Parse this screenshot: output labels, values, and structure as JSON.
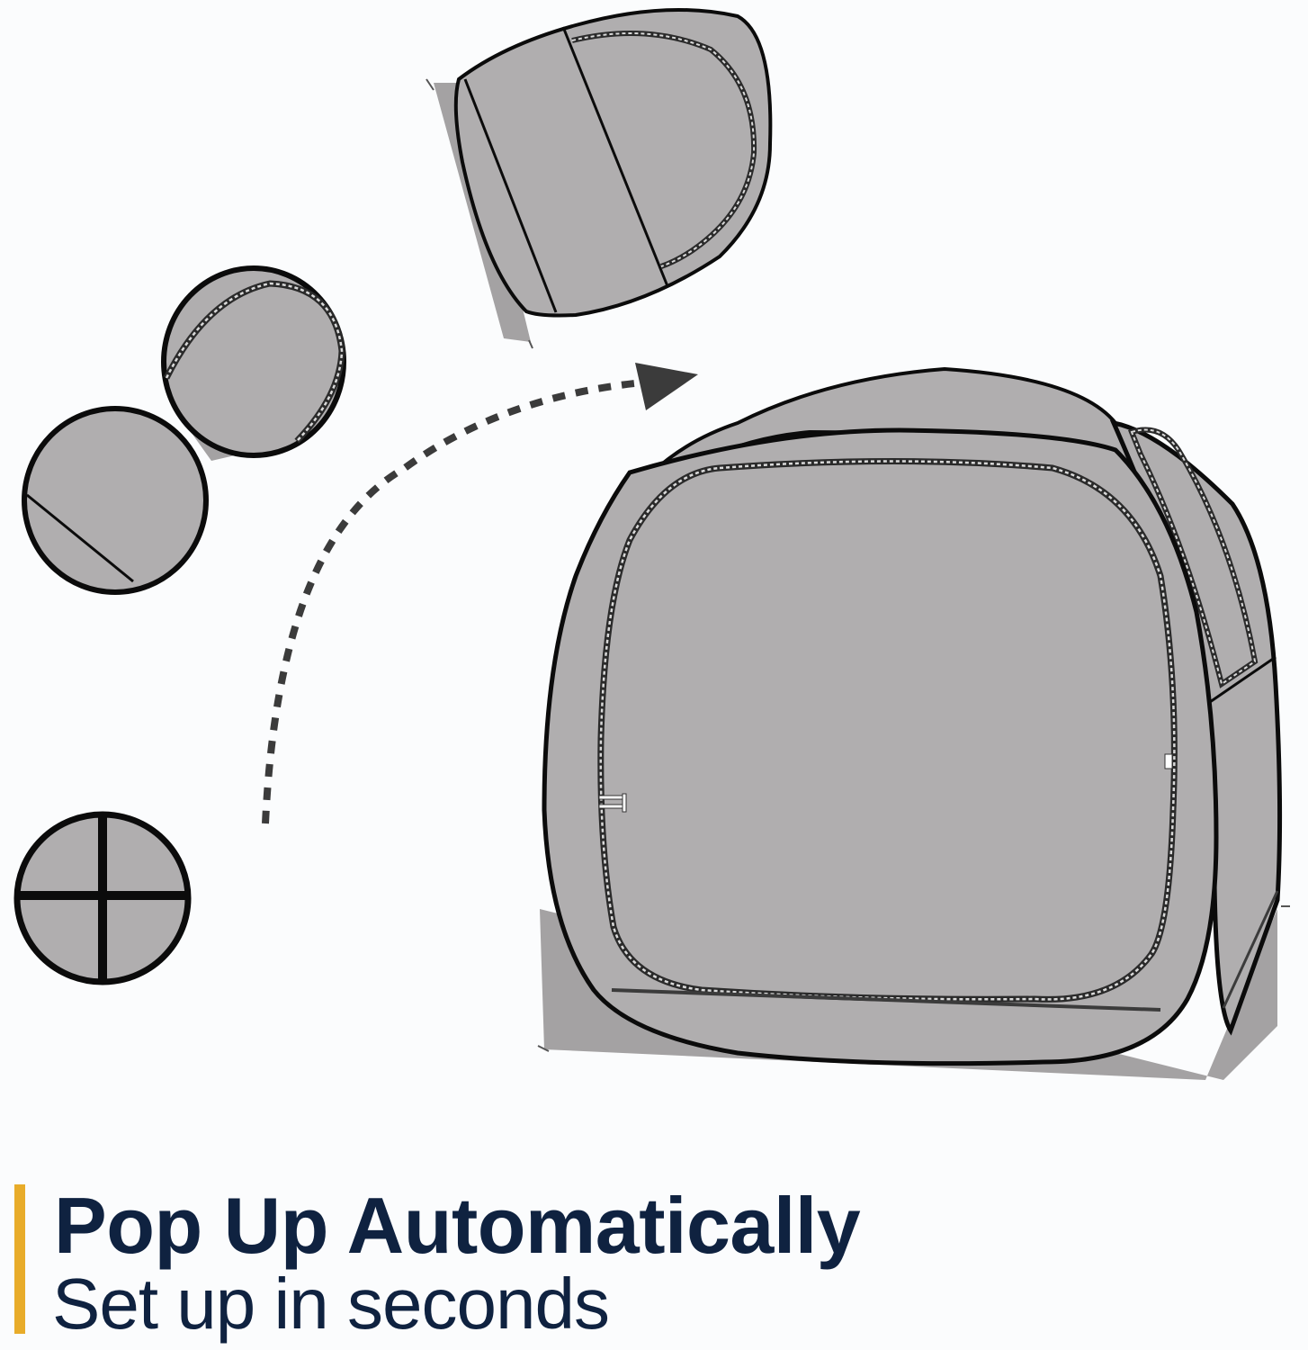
{
  "colors": {
    "background": "#fbfcfd",
    "fabric": "#b0aeaf",
    "fabric_shadow": "#a4a2a3",
    "outline": "#0b0b0b",
    "arrow": "#3b3b3b",
    "accent": "#e8ac2a",
    "heading_text": "#0f2240"
  },
  "illustration": {
    "stages": [
      {
        "id": "folded",
        "icon": "folded-tent-icon"
      },
      {
        "id": "half-open",
        "icon": "half-open-tent-icon"
      },
      {
        "id": "unfolding",
        "icon": "unfolding-tent-icon"
      },
      {
        "id": "popped-up",
        "icon": "popped-up-tent-icon"
      }
    ],
    "arrow": "dotted-curved-arrow-icon"
  },
  "caption": {
    "headline": "Pop Up Automatically",
    "subline": "Set up in seconds"
  }
}
